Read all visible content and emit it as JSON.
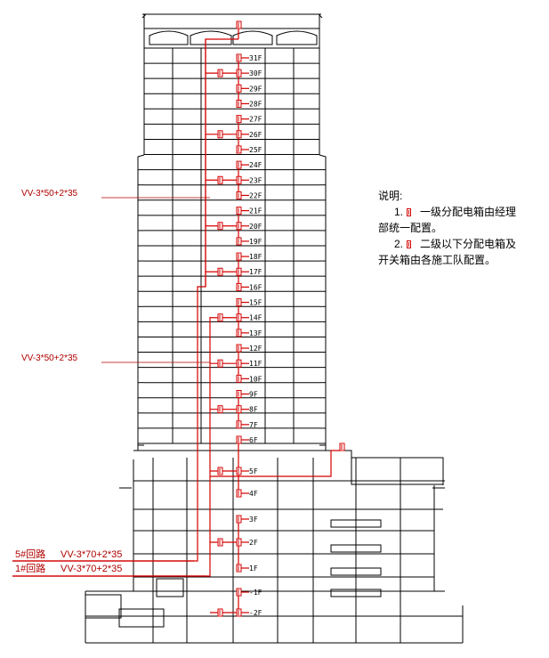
{
  "floors": {
    "tower": [
      "31F",
      "30F",
      "29F",
      "28F",
      "27F",
      "26F",
      "25F",
      "24F",
      "23F",
      "22F",
      "21F",
      "20F",
      "19F",
      "18F",
      "17F",
      "16F",
      "15F",
      "14F",
      "13F",
      "12F",
      "11F",
      "10F",
      "9F",
      "8F",
      "7F",
      "6F"
    ],
    "podium": [
      "5F",
      "4F",
      "3F",
      "2F",
      "1F",
      "-1F",
      "-2F"
    ]
  },
  "cables": {
    "upper": "VV-3*50+2*35",
    "lower": "VV-3*50+2*35"
  },
  "loops": [
    {
      "name": "5#回路",
      "cable": "VV-3*70+2*35"
    },
    {
      "name": "1#回路",
      "cable": "VV-3*70+2*35"
    }
  ],
  "notes": {
    "title": "说明:",
    "item1_num": "1.",
    "item1_text": "一级分配电箱由经理",
    "item1_cont": "部统一配置。",
    "item2_num": "2.",
    "item2_text": "二级以下分配电箱及",
    "item2_cont": "开关箱由各施工队配置。"
  },
  "colors": {
    "building_line": "#000000",
    "cable": "#d40000",
    "distribution_box": "#d40000"
  }
}
